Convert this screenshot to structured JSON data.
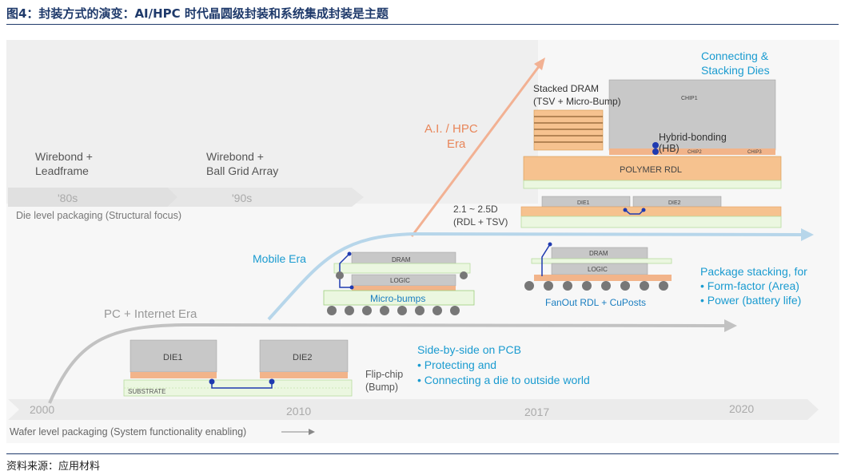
{
  "header": {
    "title": "图4：封装方式的演变：AI/HPC 时代晶圆级封装和系统集成封装是主题"
  },
  "footer": {
    "source": "资料来源：应用材料"
  },
  "eras": {
    "wirebond_leadframe": "Wirebond +\nLeadframe",
    "wirebond_bga": "Wirebond +\nBall Grid Array",
    "year_80s": "'80s",
    "year_90s": "'90s",
    "die_level": "Die level packaging (Structural focus)",
    "pc_internet": "PC + Internet Era",
    "mobile": "Mobile Era",
    "ai_hpc": "A.I. / HPC\nEra",
    "wafer_level": "Wafer level packaging (System functionality enabling)"
  },
  "years": [
    "2000",
    "2010",
    "2017",
    "2020"
  ],
  "side_by_side": {
    "die1": "DIE1",
    "die2": "DIE2",
    "substrate": "SUBSTRATE",
    "flip_chip": "Flip-chip\n(Bump)",
    "heading": "Side-by-side on PCB",
    "bullets": [
      "• Protecting and",
      "• Connecting a die to outside world"
    ]
  },
  "mobile_pkg": {
    "dram": "DRAM",
    "logic": "LOGIC",
    "micro_bumps": "Micro-bumps"
  },
  "fanout": {
    "dram": "DRAM",
    "logic": "LOGIC",
    "label": "FanOut RDL + CuPosts",
    "heading": "Package stacking, for",
    "bullets": [
      "• Form-factor (Area)",
      "• Power (battery life)"
    ]
  },
  "two_five_d": {
    "die1": "DIE1",
    "die2": "DIE2",
    "label": "2.1 ~ 2.5D\n(RDL + TSV)"
  },
  "stacked": {
    "stacked_dram": "Stacked DRAM\n(TSV + Micro-Bump)",
    "chip1": "CHIP1",
    "hybrid": "Hybrid-bonding\n(HB)",
    "chip2": "CHIP2",
    "chip3": "CHIP3",
    "polymer_rdl": "POLYMER RDL",
    "connecting": "Connecting &\nStacking Dies"
  }
}
